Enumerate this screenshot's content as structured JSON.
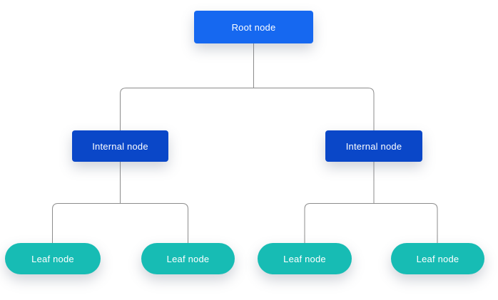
{
  "diagram": {
    "type": "tree",
    "root": {
      "label": "Root node",
      "children": [
        {
          "label": "Internal node",
          "children": [
            {
              "label": "Leaf node"
            },
            {
              "label": "Leaf node"
            }
          ]
        },
        {
          "label": "Internal node",
          "children": [
            {
              "label": "Leaf node"
            },
            {
              "label": "Leaf node"
            }
          ]
        }
      ]
    },
    "colors": {
      "root_fill": "#1668F0",
      "internal_fill": "#0A47C8",
      "leaf_fill": "#17BCB4",
      "connector_stroke": "#8C8C8C",
      "label_text": "#FFFFFF"
    }
  }
}
